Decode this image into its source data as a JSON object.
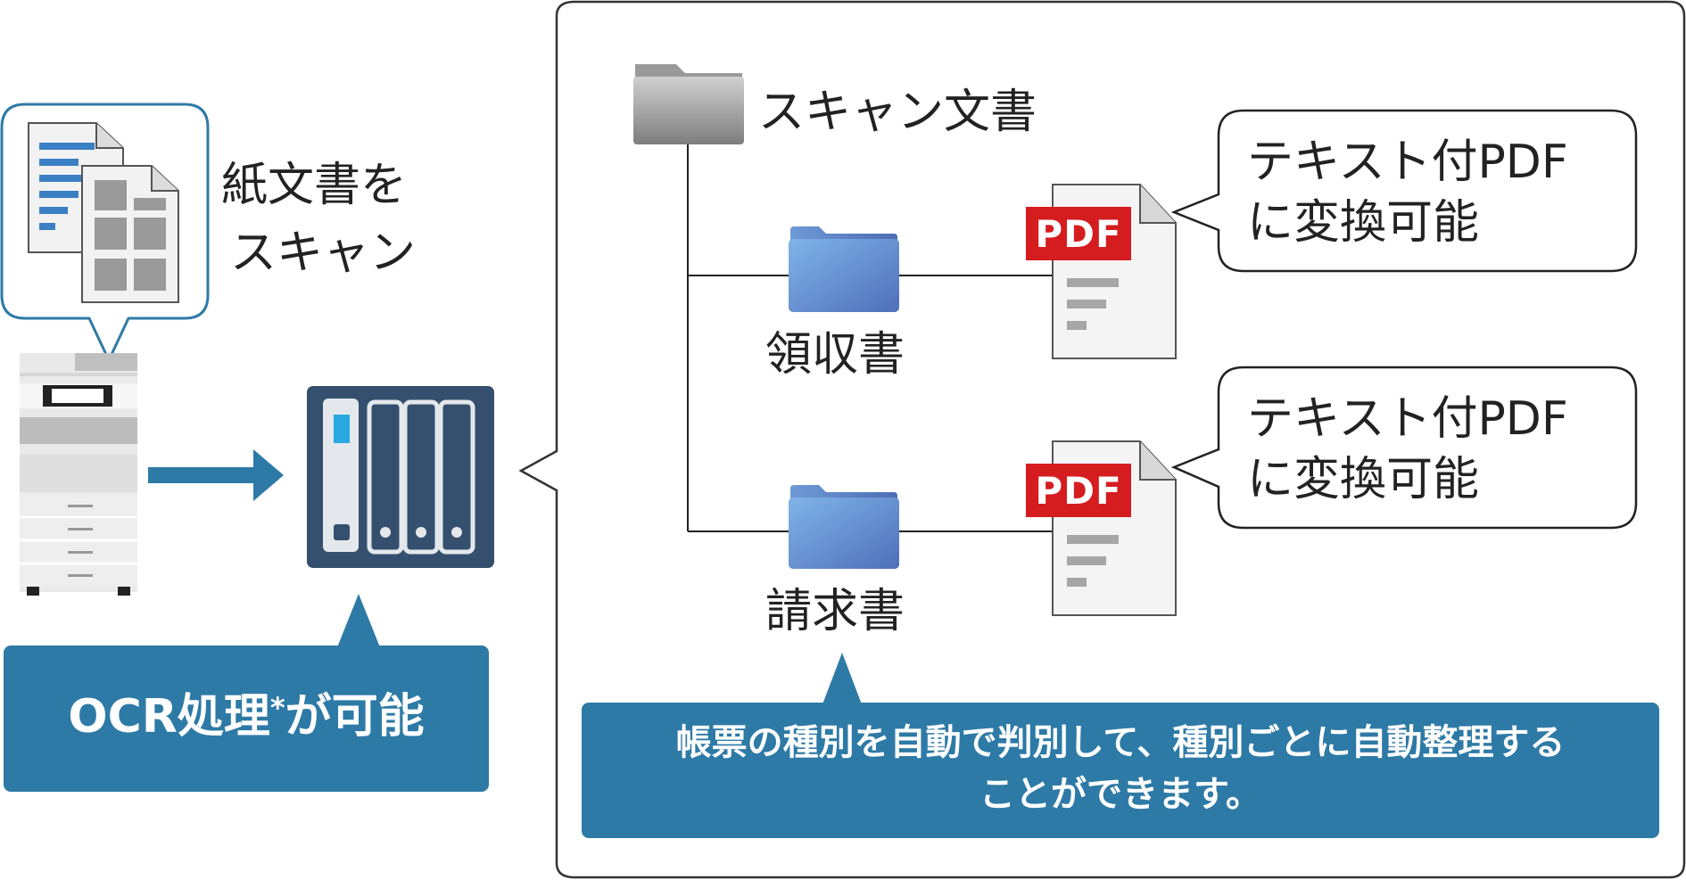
{
  "left": {
    "scan_label_line1": "紙文書を",
    "scan_label_line2": "スキャン",
    "ocr_callout": "OCR処理",
    "ocr_asterisk": "*",
    "ocr_suffix": "が可能"
  },
  "tree": {
    "root_folder": "スキャン文書",
    "folders": [
      {
        "label": "領収書",
        "pdf_badge": "PDF",
        "bubble_line1": "テキスト付PDF",
        "bubble_line2": "に変換可能"
      },
      {
        "label": "請求書",
        "pdf_badge": "PDF",
        "bubble_line1": "テキスト付PDF",
        "bubble_line2": "に変換可能"
      }
    ],
    "bottom_callout_line1": "帳票の種別を自動で判別して、種別ごとに自動整理する",
    "bottom_callout_line2": "ことができます。"
  },
  "colors": {
    "callout_blue": "#2e7aa6",
    "nas_body": "#34506e",
    "nas_led": "#29a9e0",
    "pdf_red": "#d51c1f",
    "folder_blue": "#5f86c6",
    "root_folder_gray": "#8c8c8c"
  },
  "icons": [
    "documents-icon",
    "multifunction-printer-icon",
    "arrow-right-icon",
    "nas-icon",
    "folder-icon",
    "pdf-file-icon"
  ]
}
